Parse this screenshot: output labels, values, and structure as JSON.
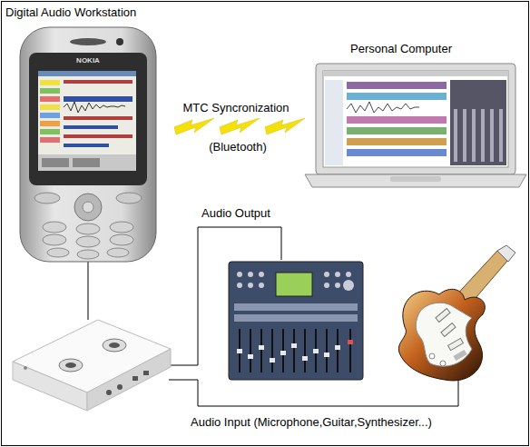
{
  "diagram": {
    "nodes": [
      {
        "text": [
          "Digital Audio Workstation"
        ]
      },
      {
        "text": [
          "Personal Computer"
        ]
      }
    ],
    "labels": [
      "NOKIA",
      "MTC Syncronization",
      "(Bluetooth)",
      "Audio Output",
      "Audio Input (Microphone,Guitar,Synthesizer...)"
    ]
  }
}
